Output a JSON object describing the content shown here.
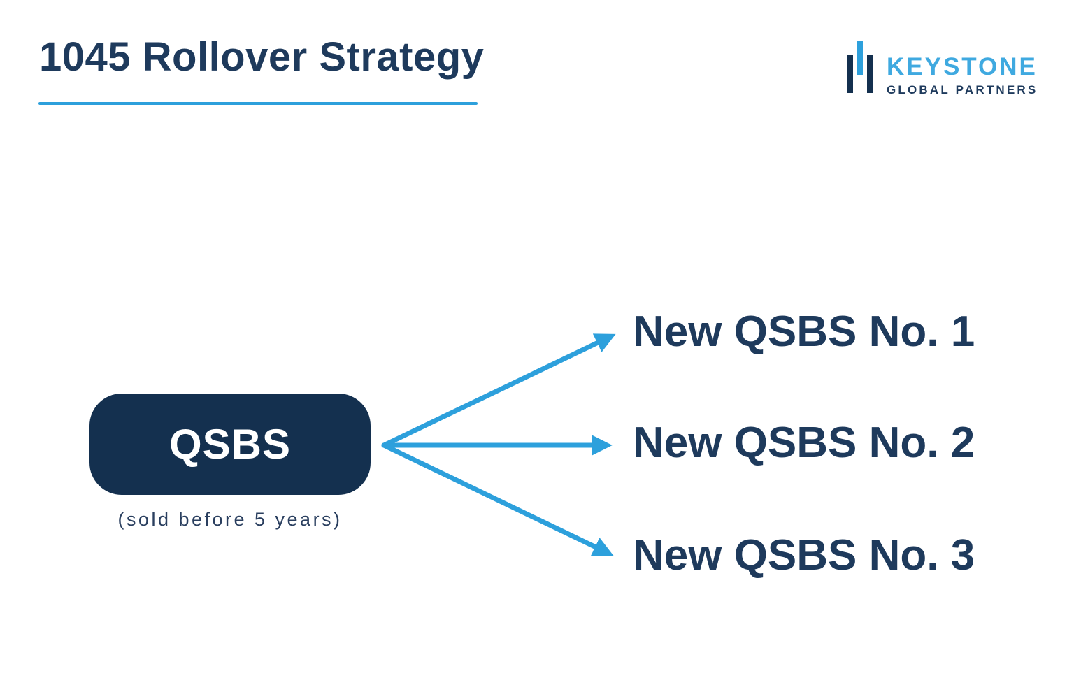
{
  "page": {
    "title": "1045 Rollover Strategy"
  },
  "logo": {
    "name": "KEYSTONE",
    "subtitle": "GLOBAL PARTNERS"
  },
  "diagram": {
    "source": {
      "label": "QSBS",
      "caption": "(sold before 5 years)"
    },
    "targets": [
      {
        "label": "New QSBS No. 1"
      },
      {
        "label": "New QSBS No. 2"
      },
      {
        "label": "New QSBS No. 3"
      }
    ]
  },
  "colors": {
    "navy_text": "#1e3a5c",
    "navy_box": "#14304f",
    "accent_blue": "#2da0dc",
    "logo_blue": "#3fa9e0",
    "box_text": "#ffffff",
    "background": "#ffffff"
  }
}
